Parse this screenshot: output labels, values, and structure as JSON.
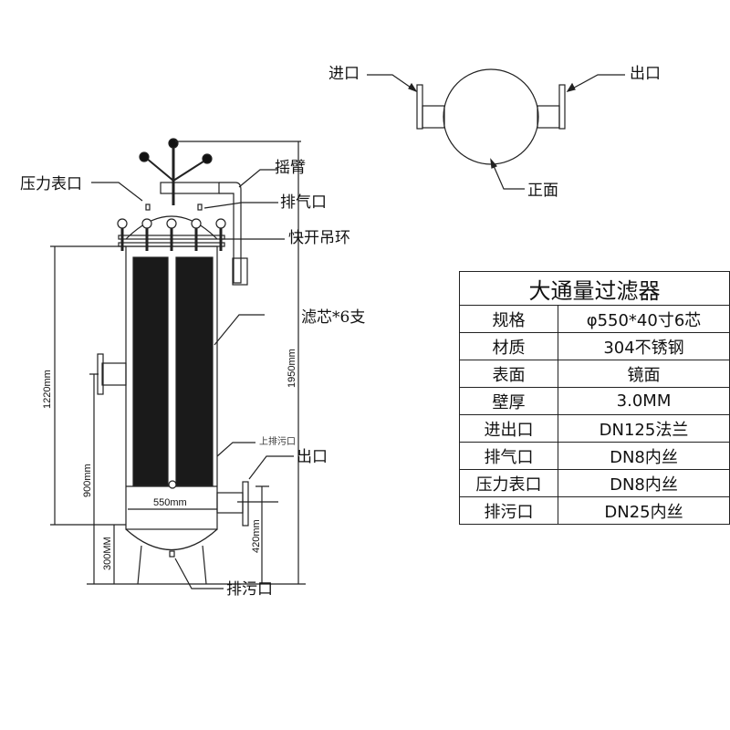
{
  "top_view": {
    "inlet": "进口",
    "outlet": "出口",
    "front": "正面"
  },
  "side_view": {
    "rocker_arm": "摇臂",
    "vent": "排气口",
    "pressure_gauge_port": "压力表口",
    "quick_open_eyebolt": "快开吊环",
    "cartridges": "滤芯*6支",
    "upper_drain": "上排污口",
    "outlet": "出口",
    "drain": "排污口"
  },
  "dimensions": {
    "total_height": "1950mm",
    "body_height": "1220mm",
    "inlet_height": "900mm",
    "leg_height": "300MM",
    "outlet_height": "420mm",
    "diameter": "550mm"
  },
  "spec_table": {
    "title": "大通量过滤器",
    "rows": [
      {
        "key": "规格",
        "value": "φ550*40寸6芯"
      },
      {
        "key": "材质",
        "value": "304不锈钢"
      },
      {
        "key": "表面",
        "value": "镜面"
      },
      {
        "key": "壁厚",
        "value": "3.0MM"
      },
      {
        "key": "进出口",
        "value": "DN125法兰"
      },
      {
        "key": "排气口",
        "value": "DN8内丝"
      },
      {
        "key": "压力表口",
        "value": "DN8内丝"
      },
      {
        "key": "排污口",
        "value": "DN25内丝"
      }
    ]
  }
}
